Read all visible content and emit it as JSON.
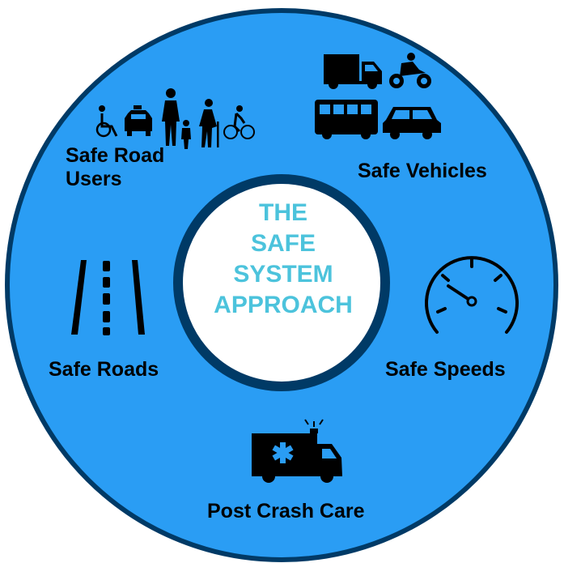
{
  "center": {
    "lines": [
      "THE",
      "SAFE",
      "SYSTEM",
      "APPROACH"
    ]
  },
  "segments": {
    "users": {
      "line1": "Safe Road",
      "line2": "Users",
      "icon": "road-users-icon"
    },
    "vehicles": {
      "label": "Safe Vehicles",
      "icon": "vehicles-icon"
    },
    "roads": {
      "label": "Safe Roads",
      "icon": "road-lanes-icon"
    },
    "speeds": {
      "label": "Safe Speeds",
      "icon": "speedometer-icon"
    },
    "care": {
      "label": "Post Crash Care",
      "icon": "ambulance-icon"
    }
  },
  "colors": {
    "ring_fill": "#2a9df4",
    "ring_border": "#003a66",
    "center_fill": "#ffffff",
    "center_text": "#4cc3dc",
    "label_text": "#000000"
  }
}
